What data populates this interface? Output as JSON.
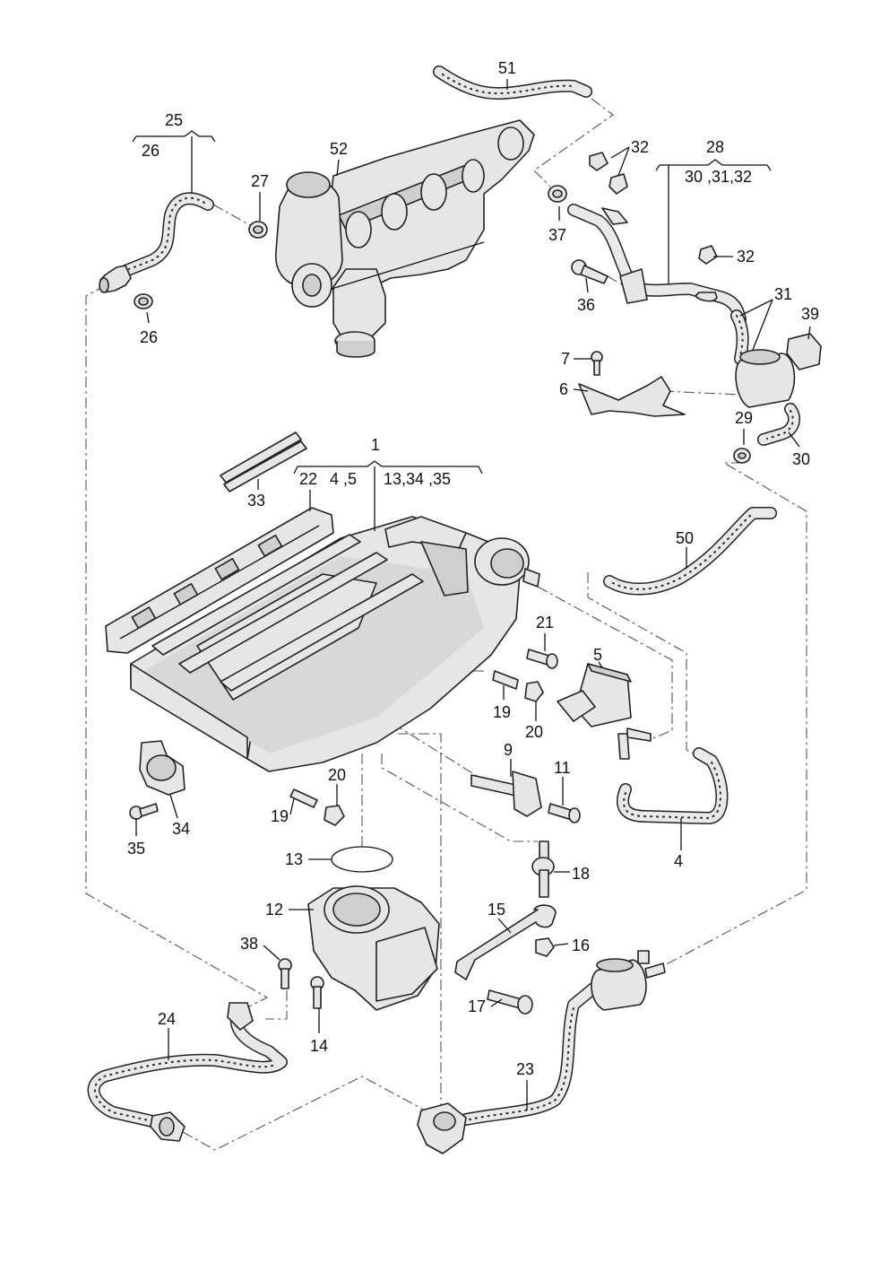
{
  "diagram": {
    "callouts": {
      "p1": "1",
      "p1_sub_a": "22",
      "p1_sub_b": "4 ,5",
      "p1_sub_c": "13,34 ,35",
      "p4": "4",
      "p5": "5",
      "p6": "6",
      "p7": "7",
      "p9": "9",
      "p11": "11",
      "p12": "12",
      "p13": "13",
      "p14": "14",
      "p15": "15",
      "p16": "16",
      "p17": "17",
      "p18": "18",
      "p19a": "19",
      "p19b": "19",
      "p20a": "20",
      "p20b": "20",
      "p21": "21",
      "p23": "23",
      "p24": "24",
      "p25": "25",
      "p25_sub": "26",
      "p26": "26",
      "p27": "27",
      "p28": "28",
      "p28_sub": "30 ,31,32",
      "p29": "29",
      "p30": "30",
      "p31": "31",
      "p32a": "32",
      "p32b": "32",
      "p33": "33",
      "p34": "34",
      "p35": "35",
      "p36": "36",
      "p37": "37",
      "p38": "38",
      "p39": "39",
      "p50": "50",
      "p51": "51",
      "p52": "52"
    }
  }
}
